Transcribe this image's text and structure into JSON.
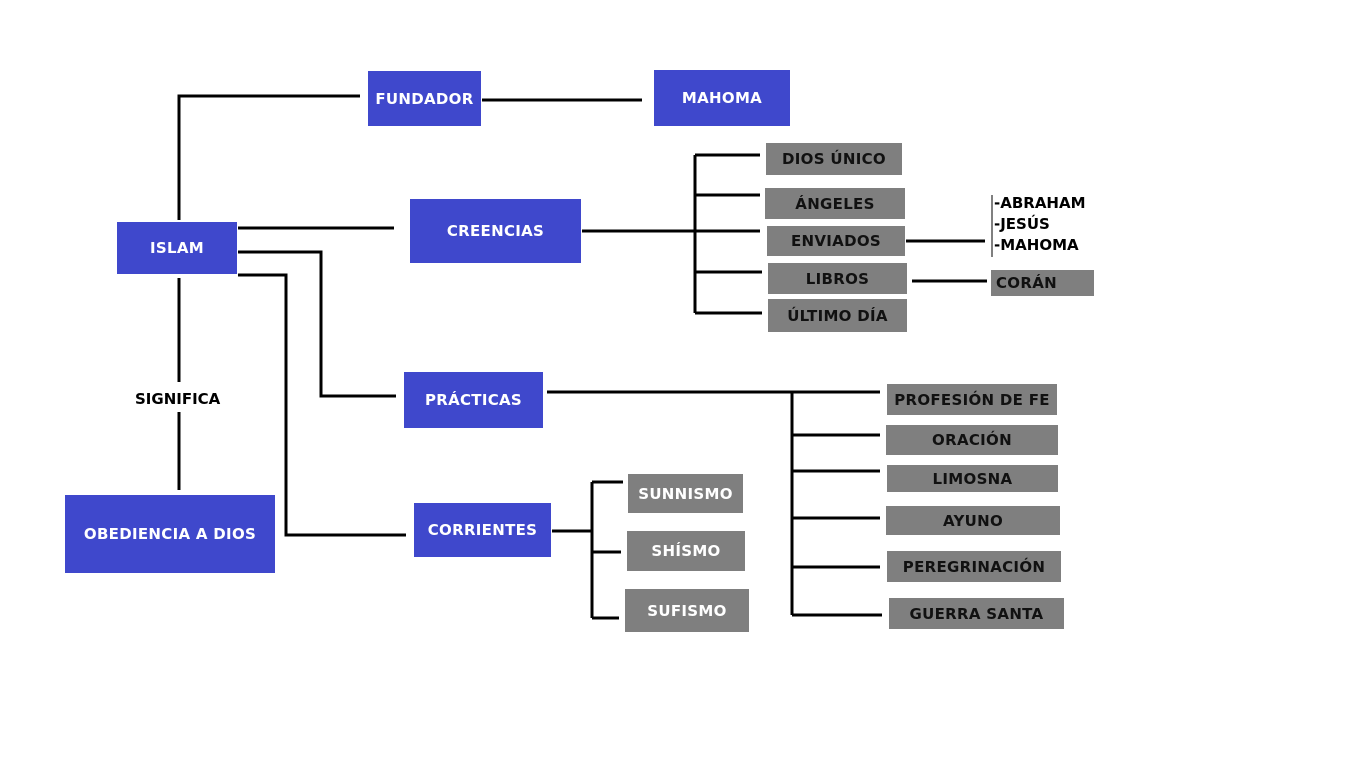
{
  "colors": {
    "blue": "#3f48cc",
    "grey": "#7f7f7f",
    "line": "#000000"
  },
  "nodes": {
    "islam": "ISLAM",
    "fundador": "FUNDADOR",
    "mahoma": "MAHOMA",
    "creencias": "CREENCIAS",
    "practicas": "PRÁCTICAS",
    "corrientes": "CORRIENTES",
    "obediencia": "OBEDIENCIA A DIOS"
  },
  "significa_label": "SIGNIFICA",
  "creencias_items": {
    "dios_unico": "DIOS ÚNICO",
    "angeles": "ÁNGELES",
    "enviados": "ENVIADOS",
    "libros": "LIBROS",
    "ultimo_dia": "ÚLTIMO DÍA"
  },
  "enviados_list": [
    "-ABRAHAM",
    "-JESÚS",
    "-MAHOMA"
  ],
  "libros_item": "CORÁN",
  "practicas_items": {
    "profesion": "PROFESIÓN DE FE",
    "oracion": "ORACIÓN",
    "limosna": "LIMOSNA",
    "ayuno": "AYUNO",
    "peregrinacion": "PEREGRINACIÓN",
    "guerra": "GUERRA SANTA"
  },
  "corrientes_items": {
    "sunnismo": "SUNNISMO",
    "shismo": "SHÍSMO",
    "sufismo": "SUFISMO"
  }
}
